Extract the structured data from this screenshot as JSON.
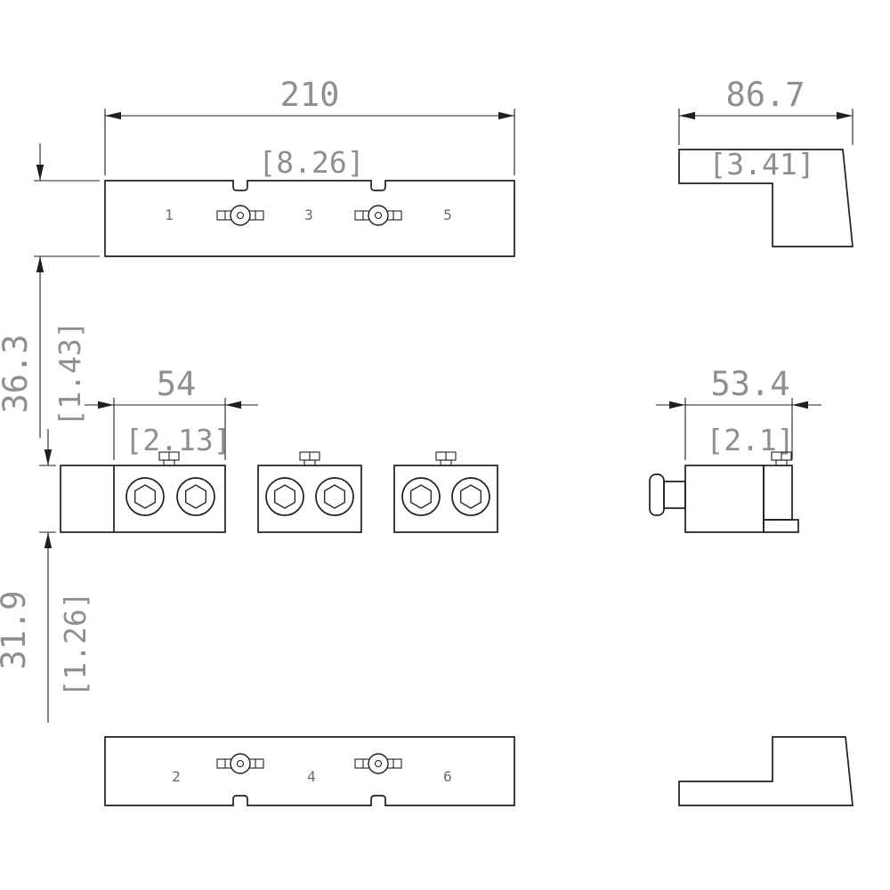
{
  "views": {
    "bar_top": {
      "length": "210",
      "length_in": "[8.26]",
      "height": "36.3",
      "height_in": "[1.43]",
      "terminals": [
        "1",
        "3",
        "5"
      ]
    },
    "bar_side_top": {
      "width": "86.7",
      "width_in": "[3.41]"
    },
    "block_front": {
      "width": "54",
      "width_in": "[2.13]",
      "height": "31.9",
      "height_in": "[1.26]"
    },
    "block_side": {
      "width": "53.4",
      "width_in": "[2.1]"
    },
    "bar_bottom": {
      "terminals": [
        "2",
        "4",
        "6"
      ]
    }
  },
  "colors": {
    "line": "#1f1f1f",
    "dim_text": "#8f8f8f",
    "small_text": "#6b6b6b",
    "background": "#ffffff"
  }
}
